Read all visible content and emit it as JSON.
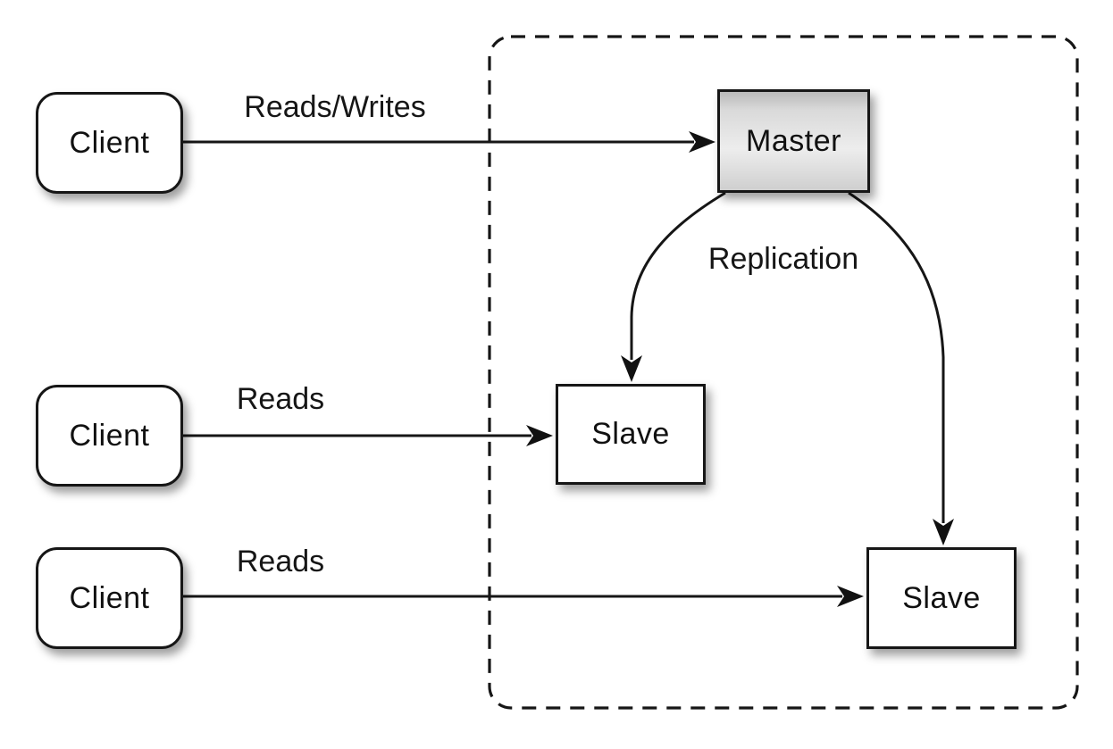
{
  "diagram": {
    "kind": "master-slave-replication-topology",
    "nodes": {
      "client1": {
        "label": "Client"
      },
      "client2": {
        "label": "Client"
      },
      "client3": {
        "label": "Client"
      },
      "master": {
        "label": "Master"
      },
      "slave1": {
        "label": "Slave"
      },
      "slave2": {
        "label": "Slave"
      }
    },
    "edges": {
      "reads_writes": {
        "label": "Reads/Writes",
        "from": "client1",
        "to": "master"
      },
      "reads_mid": {
        "label": "Reads",
        "from": "client2",
        "to": "slave1"
      },
      "reads_bottom": {
        "label": "Reads",
        "from": "client3",
        "to": "slave2"
      },
      "replication": {
        "label": "Replication",
        "from": "master",
        "to": "slave1, slave2"
      }
    },
    "colors": {
      "background": "#ffffff",
      "stroke": "#161616",
      "node_fill": "#ffffff",
      "master_gradient_top": "#b9b9b9",
      "master_gradient_mid": "#ededed",
      "master_gradient_bottom": "#cfcfcf",
      "shadow": "rgba(0,0,0,0.38)"
    }
  }
}
